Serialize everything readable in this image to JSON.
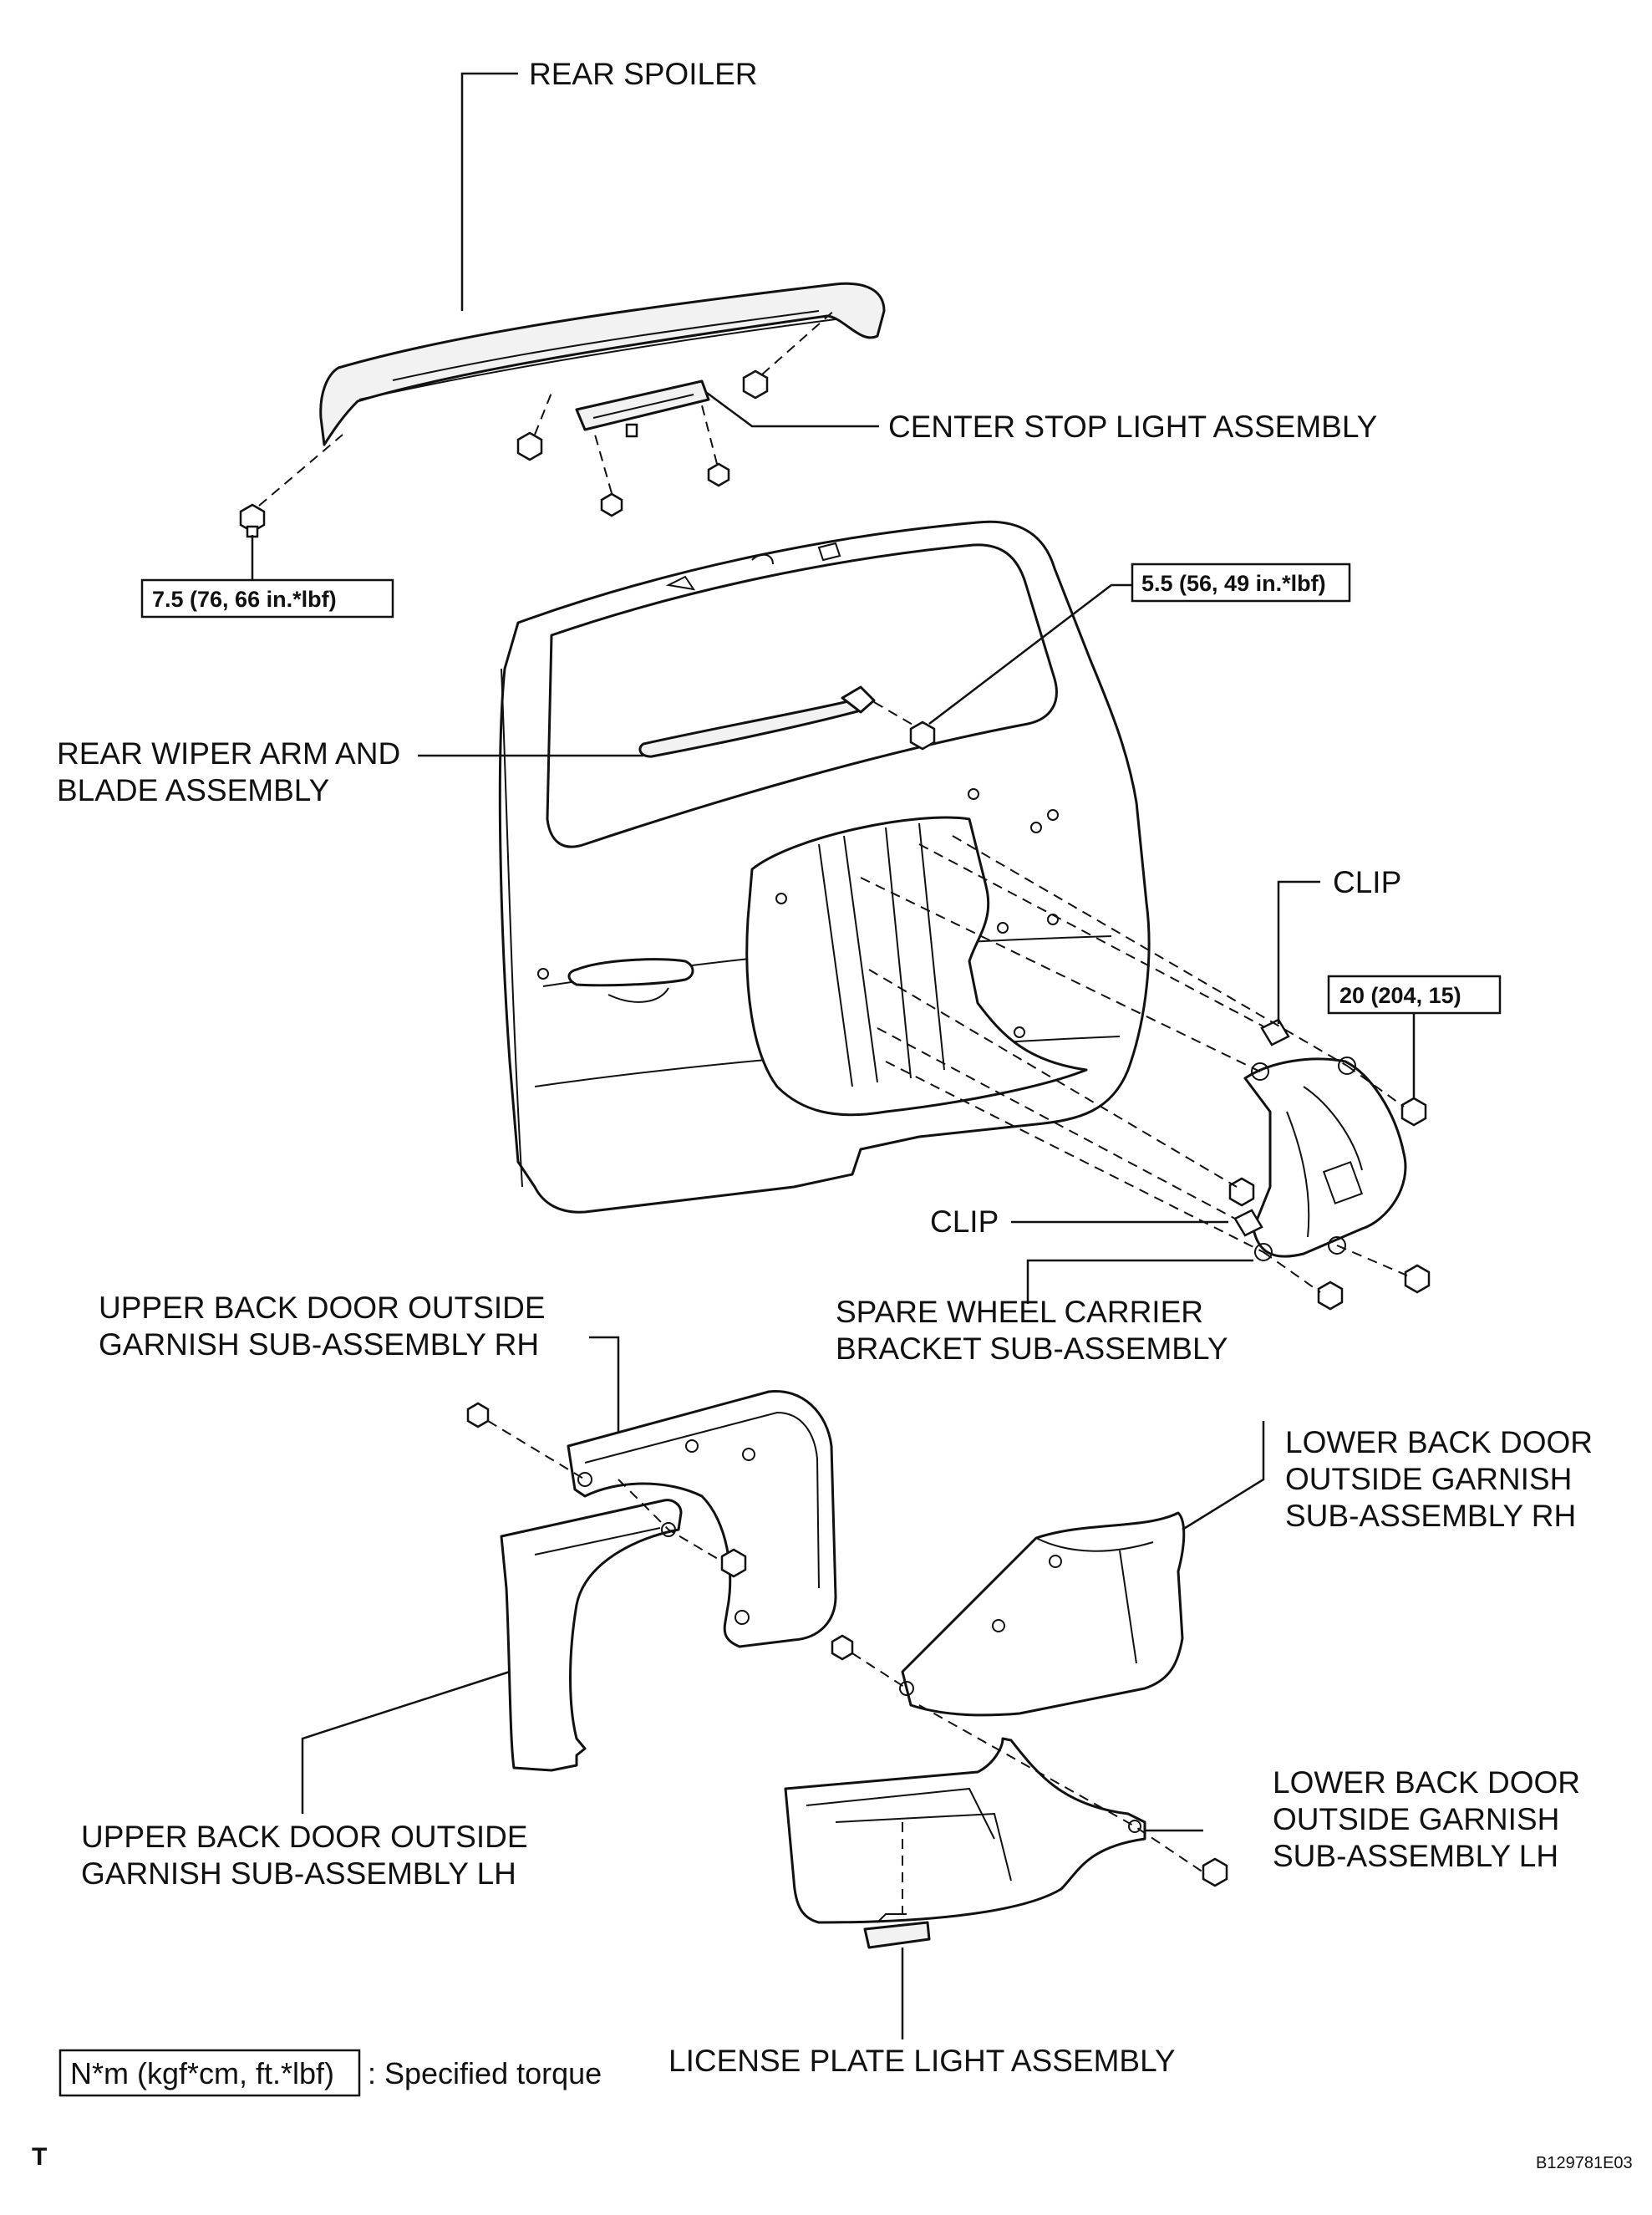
{
  "labels": {
    "rear_spoiler": "REAR SPOILER",
    "center_stop_light": "CENTER STOP LIGHT ASSEMBLY",
    "rear_wiper_line1": "REAR WIPER ARM AND",
    "rear_wiper_line2": "BLADE ASSEMBLY",
    "clip_upper": "CLIP",
    "clip_lower": "CLIP",
    "spare_wheel_line1": "SPARE WHEEL CARRIER",
    "spare_wheel_line2": "BRACKET SUB-ASSEMBLY",
    "upper_garnish_rh_line1": "UPPER BACK DOOR OUTSIDE",
    "upper_garnish_rh_line2": "GARNISH SUB-ASSEMBLY RH",
    "lower_garnish_rh_line1": "LOWER BACK DOOR",
    "lower_garnish_rh_line2": "OUTSIDE GARNISH",
    "lower_garnish_rh_line3": "SUB-ASSEMBLY RH",
    "upper_garnish_lh_line1": "UPPER BACK DOOR OUTSIDE",
    "upper_garnish_lh_line2": "GARNISH SUB-ASSEMBLY LH",
    "lower_garnish_lh_line1": "LOWER BACK DOOR",
    "lower_garnish_lh_line2": "OUTSIDE GARNISH",
    "lower_garnish_lh_line3": "SUB-ASSEMBLY LH",
    "license_plate_light": "LICENSE PLATE LIGHT ASSEMBLY"
  },
  "torques": {
    "spoiler_bolt": "7.5 (76, 66 in.*lbf)",
    "wiper_nut": "5.5 (56, 49 in.*lbf)",
    "carrier_bolt": "20 (204, 15)"
  },
  "legend": {
    "unit_box": "N*m (kgf*cm, ft.*lbf)",
    "description": ": Specified torque"
  },
  "corner_mark": "T",
  "figure_code": "B129781E03"
}
